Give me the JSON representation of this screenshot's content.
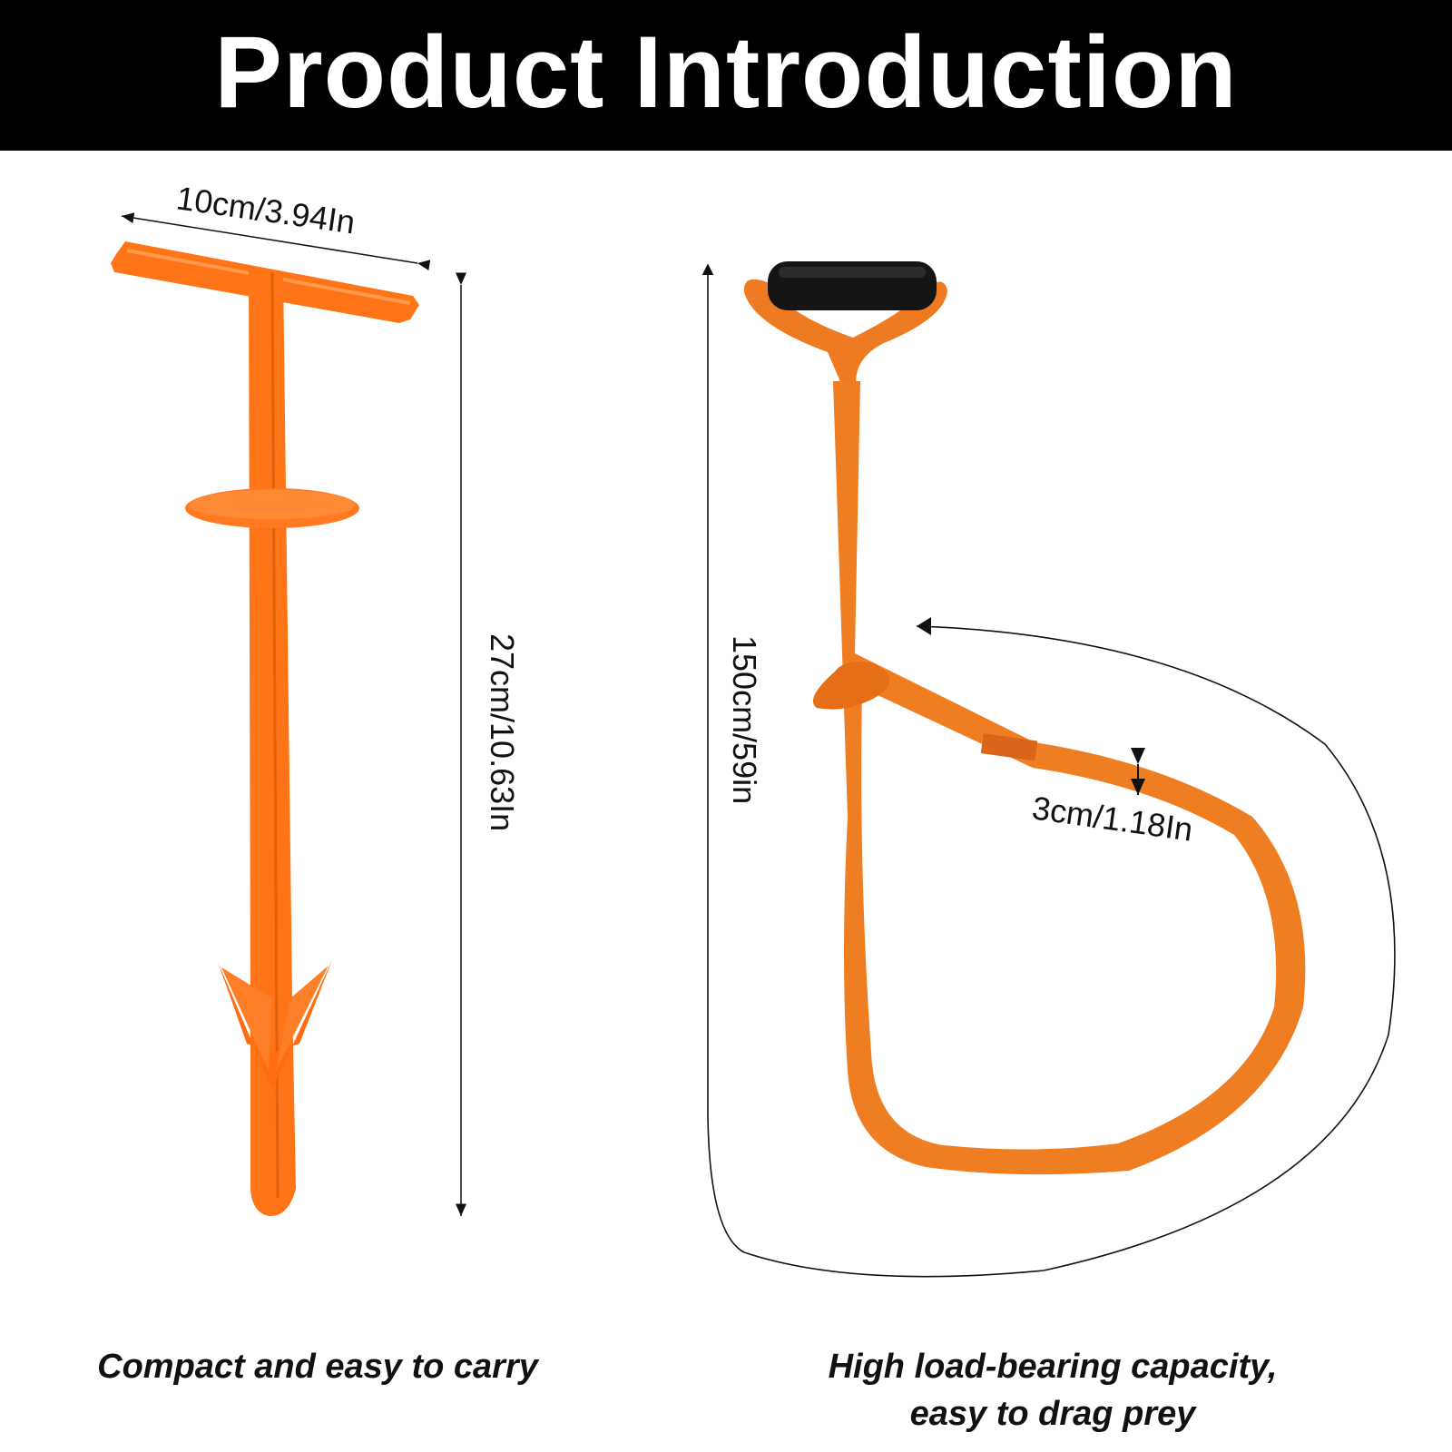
{
  "banner": {
    "title": "Product Introduction"
  },
  "colors": {
    "accent": "#ff7a1a",
    "strap": "#f08a2e",
    "banner_bg": "#000000",
    "text": "#111111"
  },
  "stake": {
    "width_label": "10cm/3.94In",
    "length_label": "27cm/10.63In",
    "caption": "Compact and easy to carry"
  },
  "strap": {
    "length_label": "150cm/59in",
    "width_label": "3cm/1.18In",
    "caption_line1": "High load-bearing capacity,",
    "caption_line2": "easy to drag prey"
  }
}
